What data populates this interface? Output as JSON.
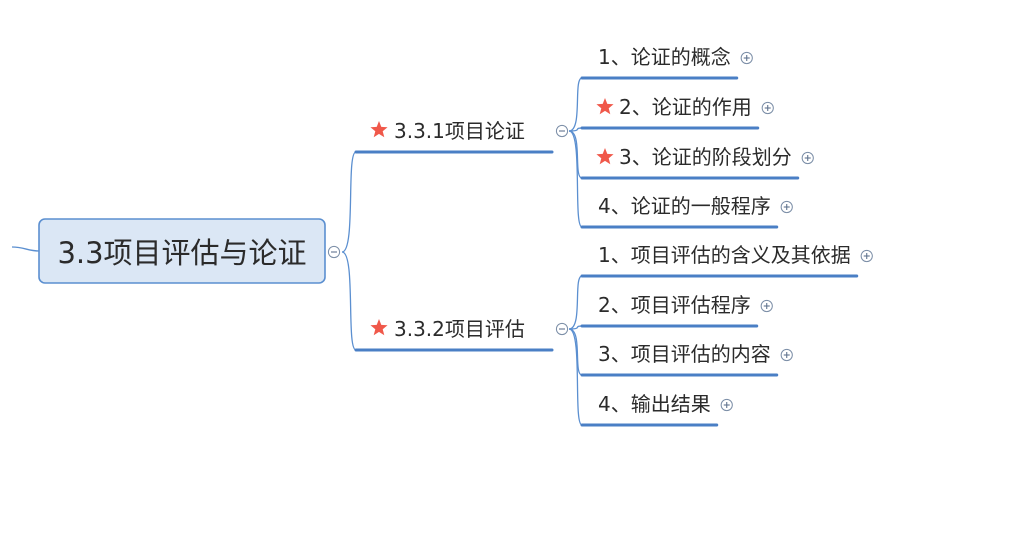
{
  "colors": {
    "connector": "#5b8fd0",
    "underline": "#4a7fc5",
    "root_fill": "#dbe7f5",
    "root_border": "#5b8fd0",
    "star": "#f0584a",
    "text": "#2b2b2b"
  },
  "root": {
    "label": "3.3项目评估与论证",
    "collapse_icon": "collapse-icon"
  },
  "branches": [
    {
      "label": "3.3.1项目论证",
      "starred": true,
      "collapse_icon": "collapse-icon",
      "children": [
        {
          "label": "1、论证的概念",
          "starred": false,
          "expand_icon": "expand-icon"
        },
        {
          "label": "2、论证的作用",
          "starred": true,
          "expand_icon": "expand-icon"
        },
        {
          "label": "3、论证的阶段划分",
          "starred": true,
          "expand_icon": "expand-icon"
        },
        {
          "label": "4、论证的一般程序",
          "starred": false,
          "expand_icon": "expand-icon"
        }
      ]
    },
    {
      "label": "3.3.2项目评估",
      "starred": true,
      "collapse_icon": "collapse-icon",
      "children": [
        {
          "label": "1、项目评估的含义及其依据",
          "starred": false,
          "expand_icon": "expand-icon"
        },
        {
          "label": "2、项目评估程序",
          "starred": false,
          "expand_icon": "expand-icon"
        },
        {
          "label": "3、项目评估的内容",
          "starred": false,
          "expand_icon": "expand-icon"
        },
        {
          "label": "4、输出结果",
          "starred": false,
          "expand_icon": "expand-icon"
        }
      ]
    }
  ]
}
